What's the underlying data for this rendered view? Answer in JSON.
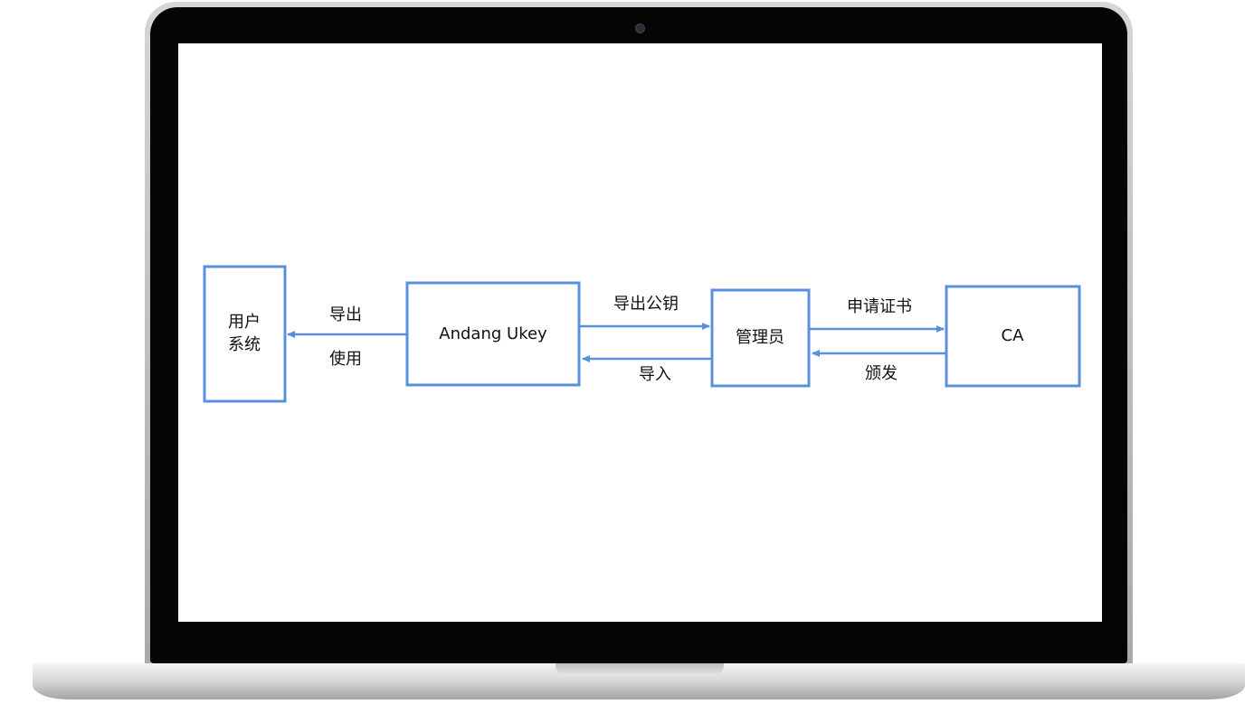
{
  "diagram": {
    "nodes": {
      "user_system": {
        "line1": "用户",
        "line2": "系统"
      },
      "ukey": {
        "label": "Andang Ukey"
      },
      "admin": {
        "label": "管理员"
      },
      "ca": {
        "label": "CA"
      }
    },
    "edges": {
      "ukey_to_user_top": "导出",
      "ukey_to_user_bottom": "使用",
      "ukey_to_admin": "导出公钥",
      "admin_to_ukey": "导入",
      "admin_to_ca": "申请证书",
      "ca_to_admin": "颁发"
    }
  },
  "colors": {
    "accent": "#5b8fdc",
    "bezel": "#050505",
    "screen": "#ffffff"
  }
}
